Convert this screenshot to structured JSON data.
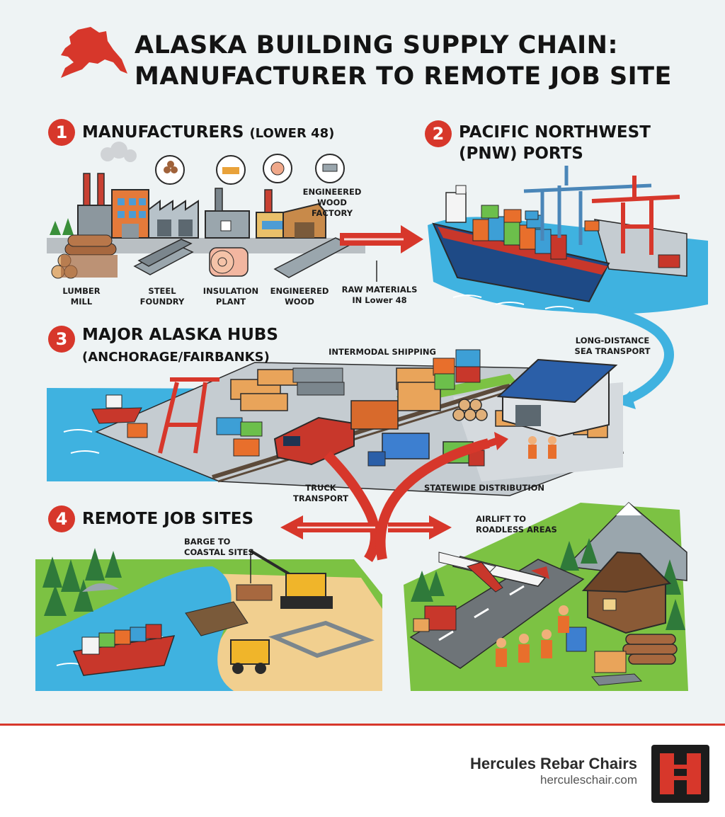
{
  "title": {
    "line1": "ALASKA BUILDING SUPPLY CHAIN:",
    "line2": "MANUFACTURER TO REMOTE JOB SITE"
  },
  "steps": [
    {
      "number": "1",
      "title": "MANUFACTURERS",
      "subtitle": "(LOWER 48)"
    },
    {
      "number": "2",
      "title_line1": "PACIFIC NORTHWEST",
      "title_line2": "(PNW) PORTS"
    },
    {
      "number": "3",
      "title_line1": "MAJOR ALASKA HUBS",
      "title_line2": "(ANCHORAGE/FAIRBANKS)"
    },
    {
      "number": "4",
      "title": "REMOTE JOB SITES"
    }
  ],
  "labels": {
    "lumber_mill": "LUMBER\nMILL",
    "steel_foundry": "STEEL\nFOUNDRY",
    "insulation_plant": "INSULATION\nPLANT",
    "engineered_wood": "ENGINEERED\nWOOD",
    "engineered_wood_factory": "ENGINEERED\nWOOD\nFACTORY",
    "raw_materials": "RAW MATERIALS\nIN Lower 48",
    "intermodal_shipping": "INTERMODAL SHIPPING",
    "long_distance": "LONG-DISTANCE\nSEA TRANSPORT",
    "truck_transport": "TRUCK\nTRANSPORT",
    "statewide_distribution": "STATEWIDE DISTRIBUTION",
    "airlift": "AIRLIFT TO\nROADLESS AREAS",
    "barge": "BARGE TO\nCOASTAL SITES"
  },
  "footer": {
    "brand": "Hercules Rebar Chairs",
    "url": "herculeschair.com"
  },
  "colors": {
    "accent_red": "#d7372b",
    "water_blue": "#3fb2e0",
    "grass_green": "#7cc243",
    "sand": "#f1cf8f",
    "background": "#eef3f4"
  }
}
